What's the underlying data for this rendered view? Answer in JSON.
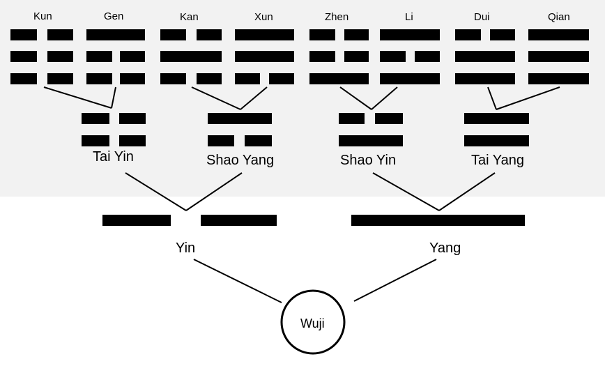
{
  "diagram": {
    "root": "Wuji",
    "yin": "Yin",
    "yang": "Yang",
    "bigrams": [
      "Tai Yin",
      "Shao Yang",
      "Shao Yin",
      "Tai Yang"
    ],
    "trigrams": [
      "Kun",
      "Gen",
      "Kan",
      "Xun",
      "Zhen",
      "Li",
      "Dui",
      "Qian"
    ],
    "bigram_lines": [
      [
        "broken",
        "broken"
      ],
      [
        "solid",
        "broken"
      ],
      [
        "broken",
        "solid"
      ],
      [
        "solid",
        "solid"
      ]
    ],
    "trigram_lines": [
      [
        "broken",
        "broken",
        "broken"
      ],
      [
        "solid",
        "broken",
        "broken"
      ],
      [
        "broken",
        "solid",
        "broken"
      ],
      [
        "solid",
        "solid",
        "broken"
      ],
      [
        "broken",
        "broken",
        "solid"
      ],
      [
        "solid",
        "broken",
        "solid"
      ],
      [
        "broken",
        "solid",
        "solid"
      ],
      [
        "solid",
        "solid",
        "solid"
      ]
    ],
    "colors": {
      "ink": "#000000",
      "panel": "#f2f2f2",
      "background": "#ffffff"
    }
  }
}
